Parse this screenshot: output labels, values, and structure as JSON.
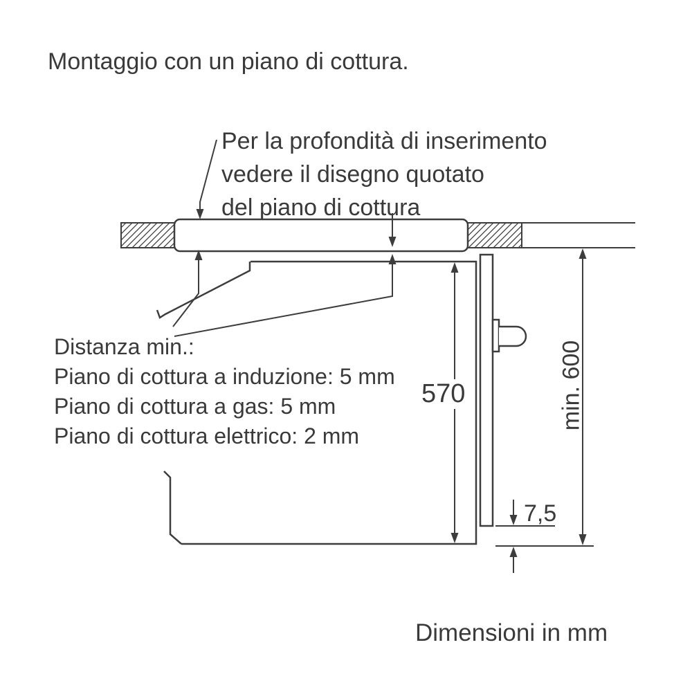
{
  "title": "Montaggio con un piano di cottura.",
  "note": {
    "lines": [
      "Per la profondità di inserimento",
      "vedere il disegno quotato",
      "del piano di cottura"
    ]
  },
  "clearance": {
    "heading": "Distanza min.:",
    "items": [
      "Piano di cottura a induzione: 5 mm",
      "Piano di cottura a gas: 5 mm",
      "Piano di cottura elettrico: 2 mm"
    ]
  },
  "dimensions": {
    "cavity_height": "570",
    "min_height": "min. 600",
    "bottom_gap": "7,5"
  },
  "footer": "Dimensioni in mm",
  "colors": {
    "line": "#3d3d3d",
    "text": "#3a3a3a",
    "background": "#ffffff"
  }
}
